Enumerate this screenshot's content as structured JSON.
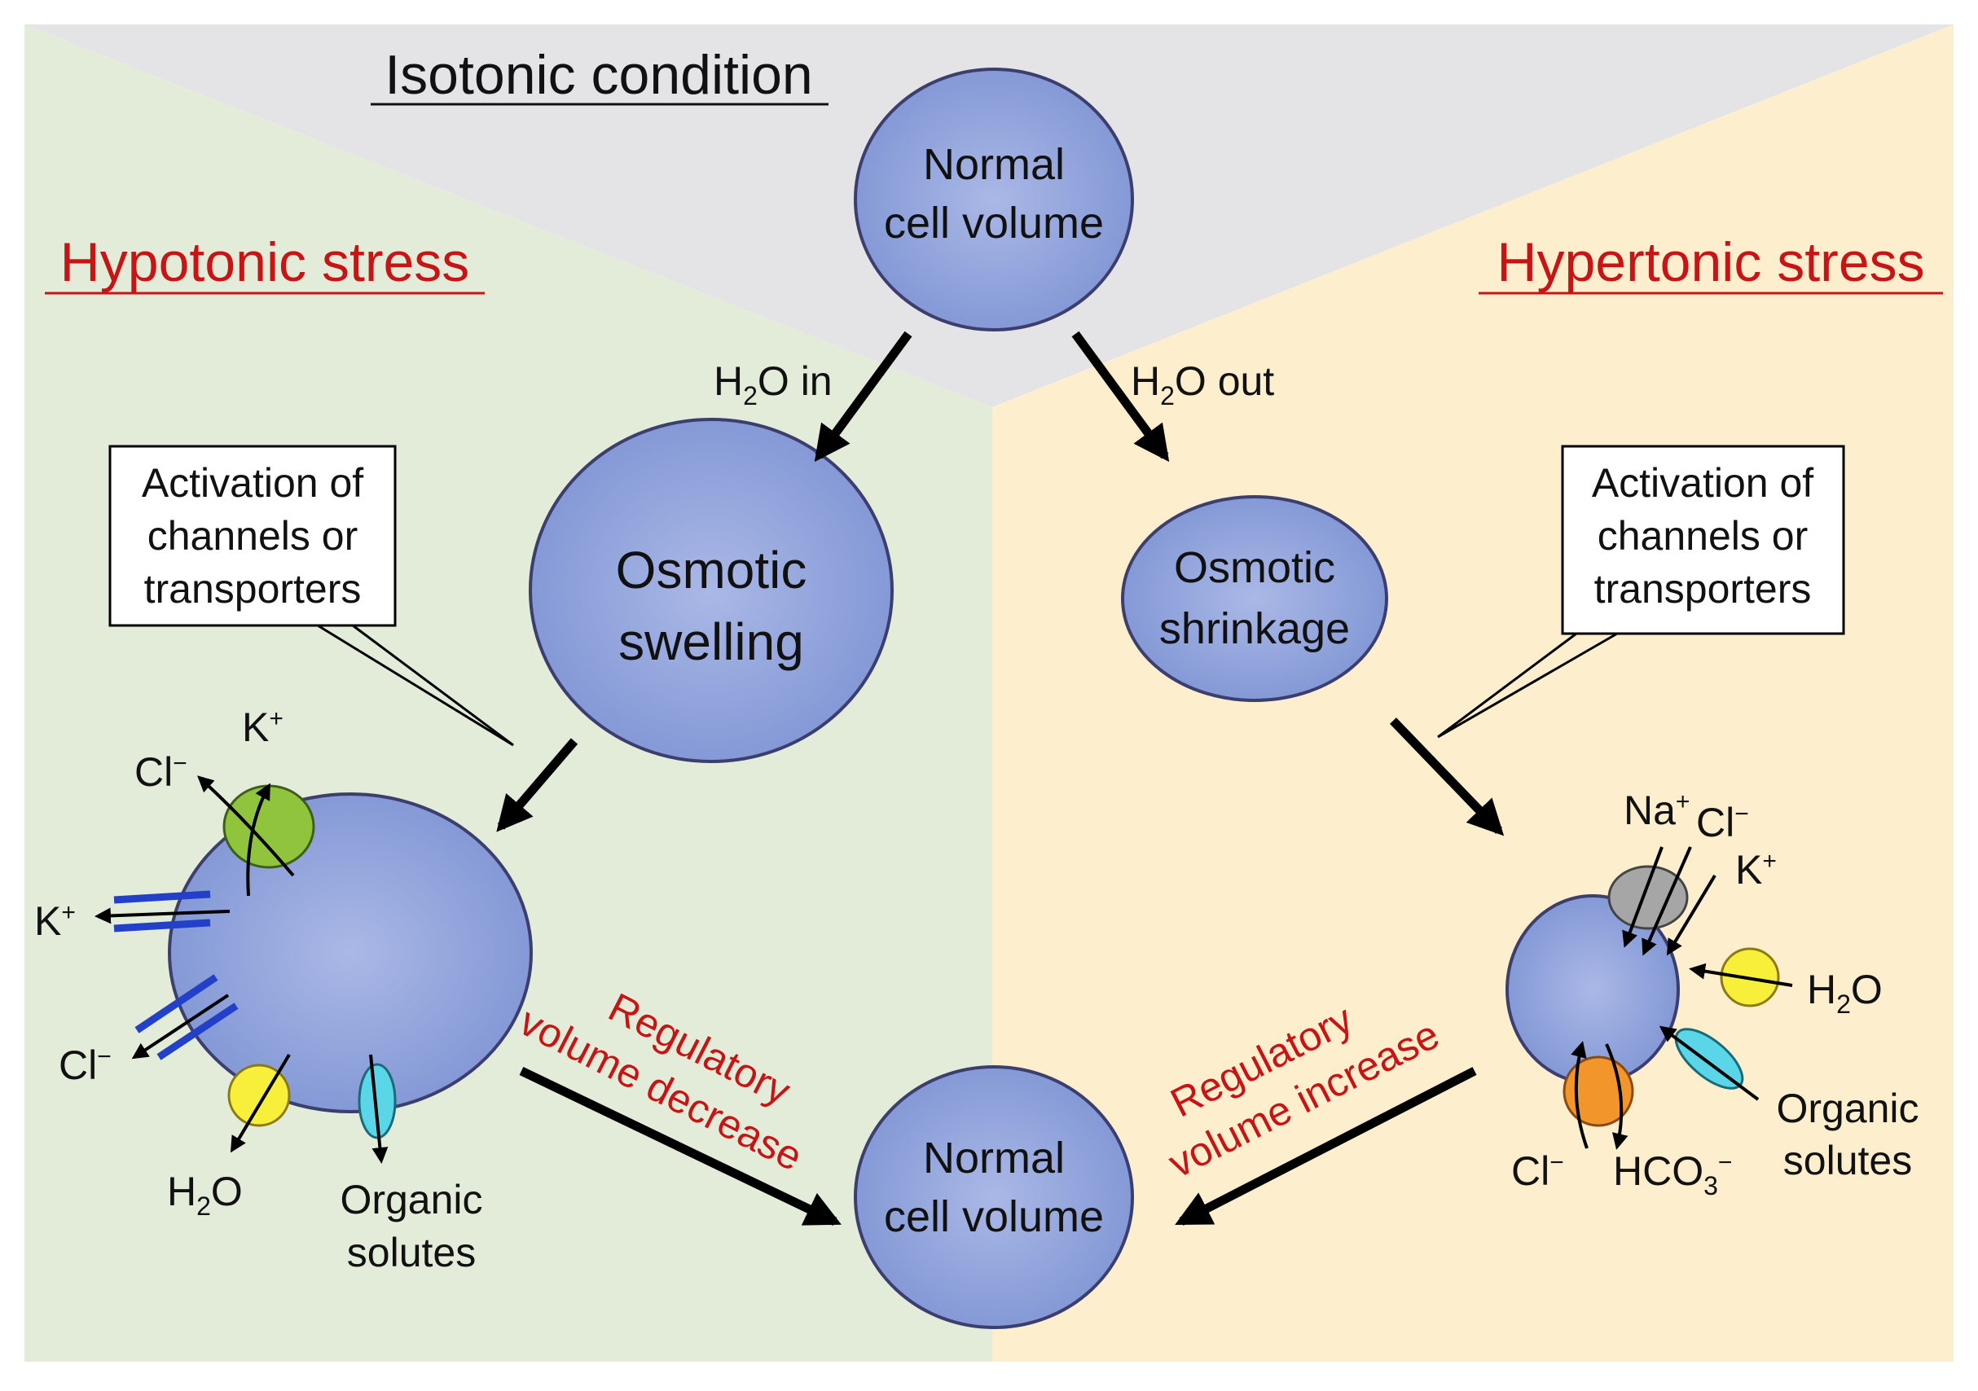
{
  "colors": {
    "isotonic_bg": "#e4e4e6",
    "hypotonic_bg": "#e3ecd9",
    "hypertonic_bg": "#fdefce",
    "cell_fill": "#8499d6",
    "cell_stroke": "#3c3e6e",
    "stress_label": "#c81414",
    "regulatory_label": "#c81414",
    "k_channel_green": "#8fc43c",
    "exchanger_gray": "#a6a6a6",
    "anion_exchanger_orange": "#f2962c",
    "aquaporin_yellow": "#f7ef3a",
    "organic_transporter_cyan": "#5ad6e8",
    "ion_channel_blue": "#2340c9"
  },
  "regions": {
    "isotonic": {
      "title": "Isotonic condition"
    },
    "hypotonic": {
      "title": "Hypotonic stress"
    },
    "hypertonic": {
      "title": "Hypertonic stress"
    }
  },
  "cells": {
    "top": {
      "line1": "Normal",
      "line2": "cell volume"
    },
    "swelling": {
      "line1": "Osmotic",
      "line2": "swelling"
    },
    "shrinkage": {
      "line1": "Osmotic",
      "line2": "shrinkage"
    },
    "bottom": {
      "line1": "Normal",
      "line2": "cell volume"
    }
  },
  "flows": {
    "water_in": {
      "symbol": "H",
      "sub": "2",
      "rest": "O in"
    },
    "water_out": {
      "symbol": "H",
      "sub": "2",
      "rest": "O out"
    }
  },
  "callouts": {
    "left": {
      "line1": "Activation of",
      "line2": "channels or",
      "line3": "transporters"
    },
    "right": {
      "line1": "Activation of",
      "line2": "channels or",
      "line3": "transporters"
    }
  },
  "regulatory": {
    "decrease": {
      "line1": "Regulatory",
      "line2": "volume decrease"
    },
    "increase": {
      "line1": "Regulatory",
      "line2": "volume increase"
    }
  },
  "hypotonic_transport": {
    "k_channel_k": {
      "base": "K",
      "sup": "+"
    },
    "k_channel_cl": {
      "base": "Cl",
      "sup": "−"
    },
    "k_efflux": {
      "base": "K",
      "sup": "+"
    },
    "cl_efflux": {
      "base": "Cl",
      "sup": "−"
    },
    "water": {
      "base": "H",
      "sub": "2",
      "rest": "O"
    },
    "organic": {
      "line1": "Organic",
      "line2": "solutes"
    }
  },
  "hypertonic_transport": {
    "na": {
      "base": "Na",
      "sup": "+"
    },
    "cl_in": {
      "base": "Cl",
      "sup": "−"
    },
    "k": {
      "base": "K",
      "sup": "+"
    },
    "water": {
      "base": "H",
      "sub": "2",
      "rest": "O"
    },
    "cl_out": {
      "base": "Cl",
      "sup": "−"
    },
    "bicarbonate": {
      "base": "HCO",
      "sub": "3",
      "sup": "−"
    },
    "organic": {
      "line1": "Organic",
      "line2": "solutes"
    }
  }
}
